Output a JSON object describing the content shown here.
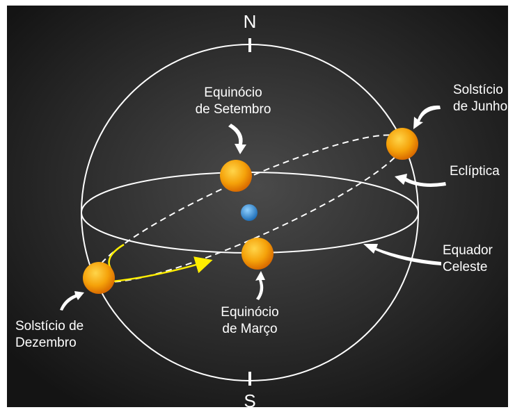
{
  "poles": {
    "north": "N",
    "south": "S"
  },
  "labels": {
    "equinox_september": [
      "Equinócio",
      "de Setembro"
    ],
    "solstice_june": [
      "Solstício",
      "de Junho"
    ],
    "ecliptic": "Eclíptica",
    "celestial_equator": [
      "Equador",
      "Celeste"
    ],
    "equinox_march": [
      "Equinócio",
      "de Março"
    ],
    "solstice_december": [
      "Solstício de",
      "Dezembro"
    ]
  },
  "colors": {
    "background_center": "#4a4a4a",
    "background_edge": "#141414",
    "lines": "#ffffff",
    "sun_core": "#ffcc33",
    "sun_edge": "#e07a00",
    "earth": "#2f8fd6",
    "motion_arrow": "#ffee00"
  },
  "icons": {
    "sun": "sun-icon",
    "earth": "earth-icon",
    "pointer": "curved-arrow-icon"
  }
}
